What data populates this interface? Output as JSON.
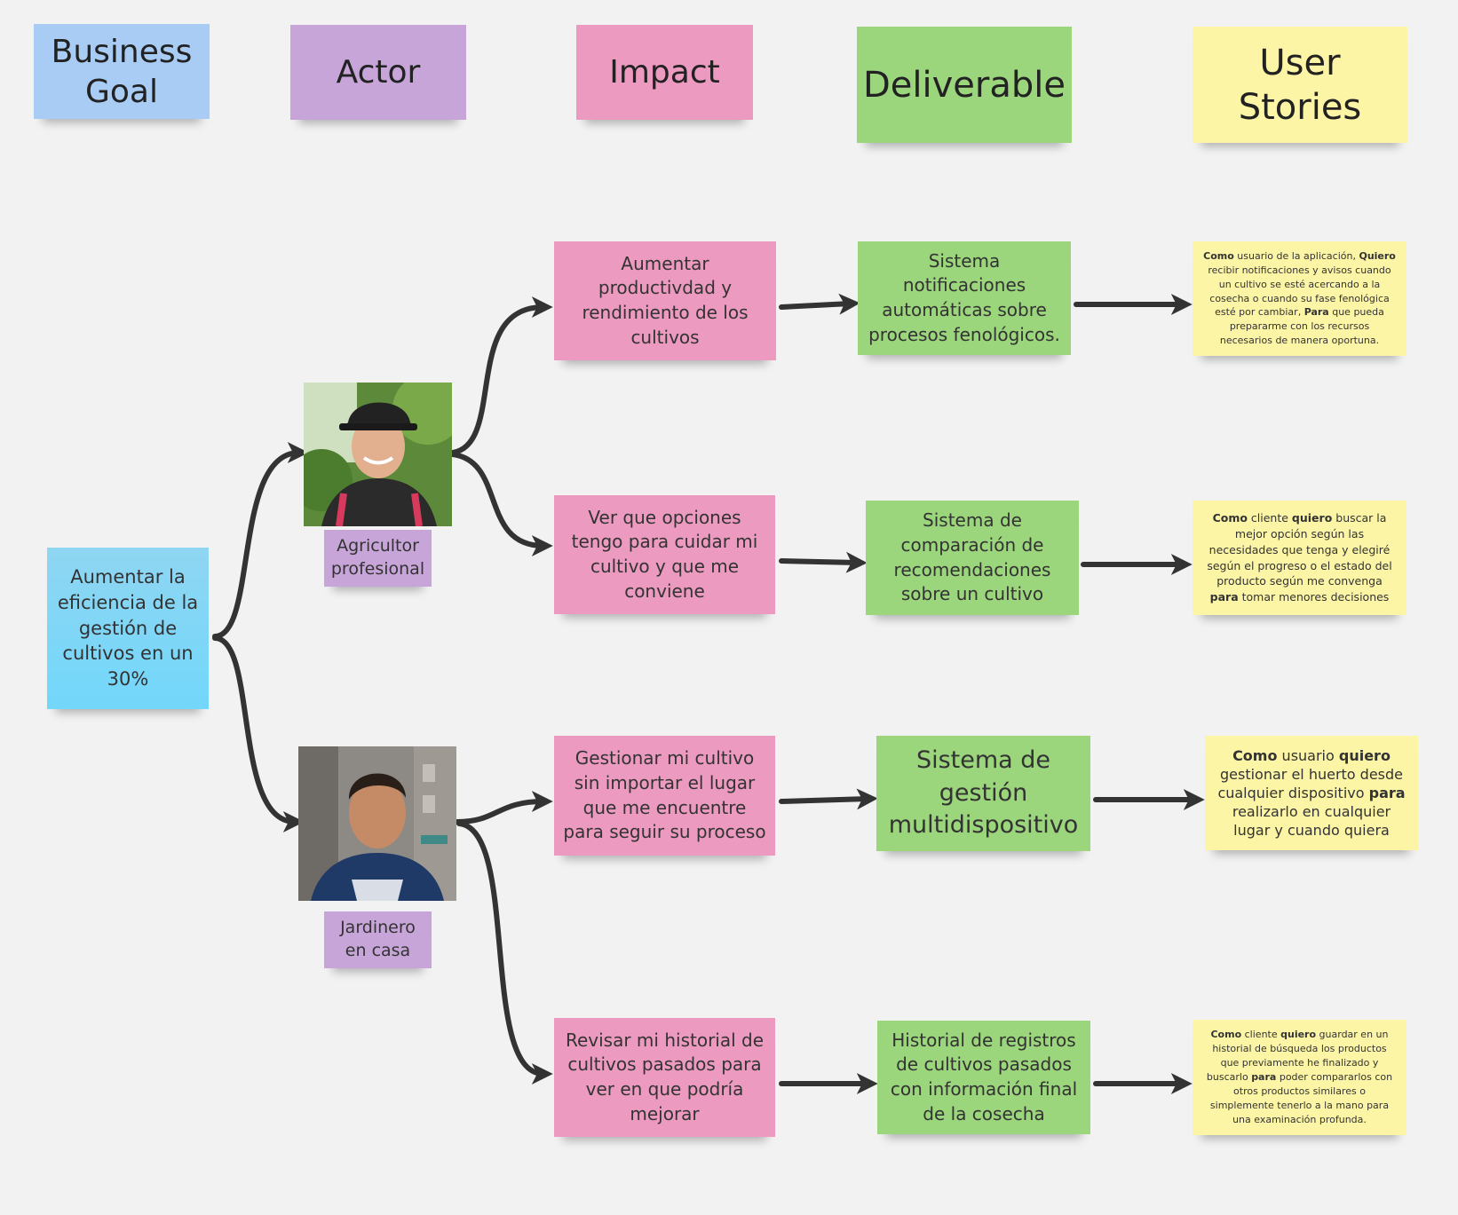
{
  "headers": {
    "business_goal": [
      "Business",
      "Goal"
    ],
    "actor": "Actor",
    "impact": "Impact",
    "deliverable": "Deliverable",
    "user_stories": [
      "User",
      "Stories"
    ]
  },
  "business_goal": "Aumentar la eficiencia de la gestión de cultivos en un 30%",
  "actors": [
    {
      "label": "Agricultor profesional",
      "photo": "man-cap-photo"
    },
    {
      "label": "Jardinero en casa",
      "photo": "man-city-photo"
    }
  ],
  "impacts": [
    "Aumentar productivdad y rendimiento de los cultivos",
    "Ver que opciones tengo para cuidar mi cultivo y que me conviene",
    "Gestionar mi cultivo sin importar el lugar que me encuentre para seguir su proceso",
    "Revisar mi historial de cultivos pasados para ver en que podría mejorar"
  ],
  "deliverables": [
    "Sistema notificaciones automáticas sobre procesos fenológicos.",
    "Sistema de comparación de recomendaciones sobre un cultivo",
    "Sistema de gestión multidispositivo",
    "Historial de registros de cultivos pasados con información final de la cosecha"
  ],
  "stories": [
    {
      "a_kw": "Como",
      "a": " usuario de la aplicación, ",
      "b_kw": "Quiero",
      "b": " recibir notificaciones y avisos cuando un cultivo se esté acercando a la cosecha o cuando su fase fenológica esté por cambiar, ",
      "c_kw": "Para",
      "c": " que pueda prepararme con los recursos necesarios de manera oportuna."
    },
    {
      "a_kw": "Como",
      "a": " cliente ",
      "b_kw": "quiero",
      "b": " buscar la mejor opción según las necesidades que tenga y elegiré según el progreso o el estado del producto según me convenga ",
      "c_kw": "para",
      "c": " tomar menores decisiones"
    },
    {
      "a_kw": "Como",
      "a": " usuario ",
      "b_kw": "quiero",
      "b": " gestionar el huerto desde cualquier dispositivo ",
      "c_kw": "para",
      "c": " realizarlo en cualquier lugar y cuando quiera"
    },
    {
      "a_kw": "Como",
      "a": " cliente ",
      "b_kw": "quiero",
      "b": " guardar en un historial de búsqueda los productos que previamente he finalizado y buscarlo ",
      "c_kw": "para",
      "c": " poder compararlos con otros productos similares o simplemente tenerlo a la mano para una examinación profunda."
    }
  ],
  "colors": {
    "business_goal": "#a9ccf5",
    "goal_note": "#7ad8f8",
    "actor": "#c8a5d9",
    "impact": "#ec9ac0",
    "deliverable": "#9bd57c",
    "user_stories": "#fdf5a6",
    "arrow": "#333333"
  }
}
